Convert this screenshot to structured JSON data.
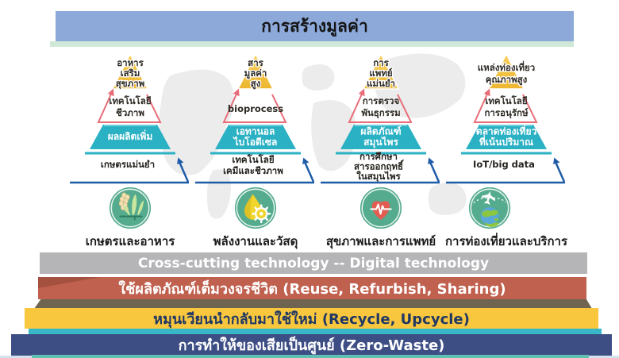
{
  "title": "การสร้างมูลค่า",
  "pyramids": [
    {
      "peak_lines": [
        "อาหาร",
        "เสริม",
        "สุขภาพ"
      ],
      "tech_lines": [
        "เทคโนโลยี",
        "ชีวภาพ"
      ],
      "base_lines": [
        "ผลผลิตเพิ่ม"
      ],
      "foundation_lines": [
        "เกษตรแม่นยำ"
      ]
    },
    {
      "peak_lines": [
        "สาร",
        "มูลค่า",
        "สูง"
      ],
      "tech_lines": [
        "bioprocess"
      ],
      "base_lines": [
        "เอทานอล",
        "ไบโอดีเซล"
      ],
      "foundation_lines": [
        "เทคโนโลยี",
        "เคมีและชีวภาพ"
      ]
    },
    {
      "peak_lines": [
        "การ",
        "แพทย์",
        "แม่นยำ"
      ],
      "tech_lines": [
        "การตรวจ",
        "พันธุกรรม"
      ],
      "base_lines": [
        "ผลิตภัณฑ์",
        "สมุนไพร"
      ],
      "foundation_lines": [
        "การศึกษา",
        "สารออกฤทธิ์",
        "ในสมุนไพร"
      ]
    },
    {
      "peak_lines": [
        "แหล่งท่องเที่ยว",
        "คุณภาพสูง"
      ],
      "tech_lines": [
        "เทคโนโลยี",
        "การอนุรักษ์"
      ],
      "base_lines": [
        "ตลาดท่องเที่ยว",
        "ที่เน้นปริมาณ"
      ],
      "foundation_lines": [
        "IoT/big data"
      ]
    }
  ],
  "sectors": [
    {
      "label": "เกษตรและอาหาร",
      "icon": "rice-plant-icon"
    },
    {
      "label": "พลังงานและวัสดุ",
      "icon": "droplet-gear-icon"
    },
    {
      "label": "สุขภาพและการแพทย์",
      "icon": "heart-pulse-icon"
    },
    {
      "label": "การท่องเที่ยวและบริการ",
      "icon": "plane-globe-icon"
    }
  ],
  "bars": [
    {
      "label": "Cross-cutting technology -- Digital technology",
      "color": "#b5b5b7",
      "text_color": "#ffffff"
    },
    {
      "label": "ใช้ผลิตภัณฑ์เต็มวงจรชีวิต (Reuse, Refurbish, Sharing)",
      "color": "#c0604e",
      "text_color": "#ffffff"
    },
    {
      "label": "หมุนเวียนนำกลับมาใช้ใหม่ (Recycle, Upcycle)",
      "color": "#f9c73e",
      "text_color": "#1f3864"
    },
    {
      "label": "การทำให้ของเสียเป็นศูนย์ (Zero-Waste)",
      "color": "#3d4e85",
      "text_color": "#ffffff"
    }
  ],
  "colors": {
    "title_bar": "#8ca9da",
    "title_underline": "#cfe8d8",
    "peak_triangle": "#f3bf3e",
    "tech_arrow": "#e86d78",
    "base_trapezoid": "#2bb1c4",
    "foundation_arrow": "#1f5ca8",
    "sector_circle": "#55ab8d"
  }
}
